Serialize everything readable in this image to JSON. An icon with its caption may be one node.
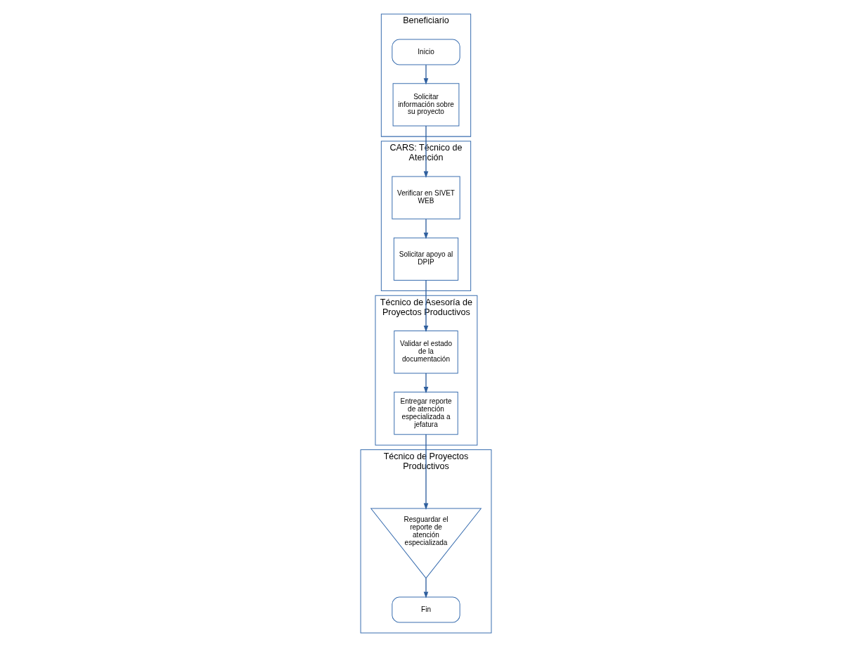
{
  "diagram": {
    "nodes": [
      {
        "text": [
          "Beneficiario"
        ]
      },
      {
        "text": [
          "Inicio"
        ],
        "in": 0
      },
      {
        "text": [
          "Solicitar información sobre su proyecto"
        ],
        "in": 0
      },
      {
        "text": [
          "CARS: Técnico de Atención"
        ]
      },
      {
        "text": [
          "Verificar en SIVET WEB"
        ],
        "in": 3
      },
      {
        "text": [
          "Solicitar apoyo al DPIP"
        ],
        "in": 3
      },
      {
        "text": [
          "Técnico de Asesoría de Proyectos Productivos"
        ]
      },
      {
        "text": [
          "Validar el estado de la documentación"
        ],
        "in": 6
      },
      {
        "text": [
          "Entregar reporte de atención especializada a jefatura"
        ],
        "in": 6
      },
      {
        "text": [
          "Técnico de Proyectos Productivos"
        ]
      },
      {
        "text": [
          "Resguardar el reporte de atención especializada"
        ],
        "in": 9
      },
      {
        "text": [
          "Fin"
        ],
        "in": 9
      }
    ],
    "edges": [
      {
        "from": 1,
        "to": 2,
        "arrow": "to"
      },
      {
        "from": 2,
        "to": 4,
        "arrow": "to"
      },
      {
        "from": 4,
        "to": 5,
        "arrow": "to"
      },
      {
        "from": 5,
        "to": 7,
        "arrow": "to"
      },
      {
        "from": 7,
        "to": 8,
        "arrow": "to"
      },
      {
        "from": 8,
        "to": 10,
        "arrow": "to"
      },
      {
        "from": 10,
        "to": 11,
        "arrow": "to"
      }
    ]
  }
}
